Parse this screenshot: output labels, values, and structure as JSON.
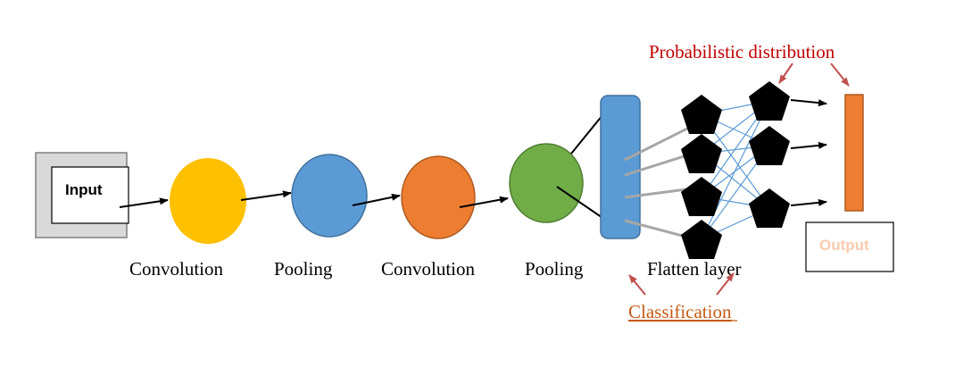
{
  "diagram": {
    "input_label": "Input",
    "stages": [
      {
        "label": "Convolution",
        "color": "#FFC000"
      },
      {
        "label": "Pooling",
        "color": "#5B9BD5"
      },
      {
        "label": "Convolution",
        "color": "#ED7D31"
      },
      {
        "label": "Pooling",
        "color": "#70AD47"
      }
    ],
    "flatten_label": "Flatten layer",
    "flatten_color": "#5B9BD5",
    "classification_label": "Classification",
    "classification_color": "#C55A11",
    "distribution_label": "Probabilistic distribution",
    "distribution_color": "#C00000",
    "output_label": "Output",
    "output_color": "#F8CBAD",
    "output_bar_color": "#ED7D31",
    "connection_color": "#5B9BD5",
    "annotation_arrow_color": "#C0504D"
  }
}
